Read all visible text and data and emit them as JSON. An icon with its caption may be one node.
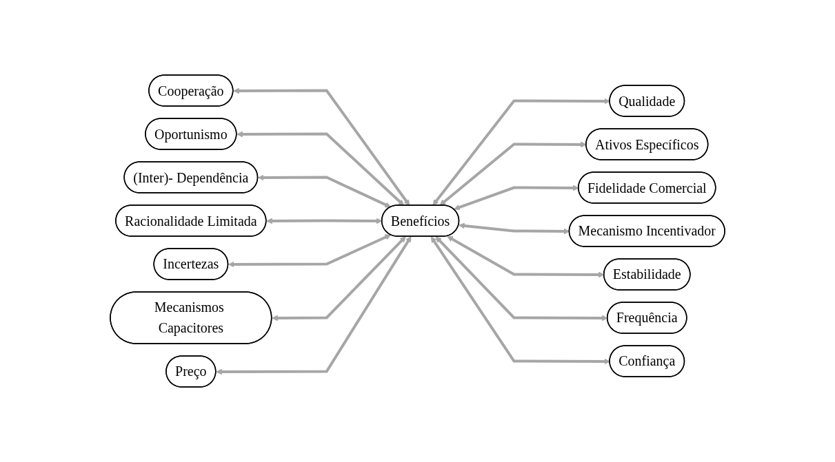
{
  "diagram": {
    "nodes": [
      {
        "text": [
          "Cooperação"
        ]
      },
      {
        "text": [
          "Oportunismo"
        ]
      },
      {
        "text": [
          "Qualidade"
        ]
      },
      {
        "text": [
          "Ativos Específicos"
        ]
      },
      {
        "text": [
          "(Inter)- Dependência"
        ]
      },
      {
        "text": [
          "Fidelidade Comercial"
        ]
      },
      {
        "text": [
          "Racionalidade Limitada"
        ]
      },
      {
        "text": [
          "Benefícios"
        ]
      },
      {
        "text": [
          "Mecanismo Incentivador"
        ]
      },
      {
        "text": [
          "Incertezas"
        ]
      },
      {
        "text": [
          "Estabilidade"
        ]
      },
      {
        "text": [
          "Mecanismos Capacitores"
        ]
      },
      {
        "text": [
          "Preço"
        ]
      },
      {
        "text": [
          "Frequência"
        ]
      },
      {
        "text": [
          "Confiança"
        ]
      }
    ],
    "edges": [
      {
        "from": 0,
        "to": 7,
        "arrow": "both"
      },
      {
        "from": 1,
        "to": 7,
        "arrow": "both"
      },
      {
        "from": 7,
        "to": 2,
        "arrow": "both"
      },
      {
        "from": 7,
        "to": 3,
        "arrow": "both"
      },
      {
        "from": 4,
        "to": 7,
        "arrow": "both"
      },
      {
        "from": 7,
        "to": 5,
        "arrow": "both"
      },
      {
        "from": 6,
        "to": 7,
        "arrow": "both"
      },
      {
        "from": 7,
        "to": 8,
        "arrow": "both"
      },
      {
        "from": 9,
        "to": 7,
        "arrow": "both"
      },
      {
        "from": 7,
        "to": 10,
        "arrow": "both"
      },
      {
        "from": 11,
        "to": 7,
        "arrow": "both"
      },
      {
        "from": 12,
        "to": 7,
        "arrow": "both"
      },
      {
        "from": 7,
        "to": 13,
        "arrow": "both"
      },
      {
        "from": 7,
        "to": 14,
        "arrow": "both"
      }
    ]
  }
}
